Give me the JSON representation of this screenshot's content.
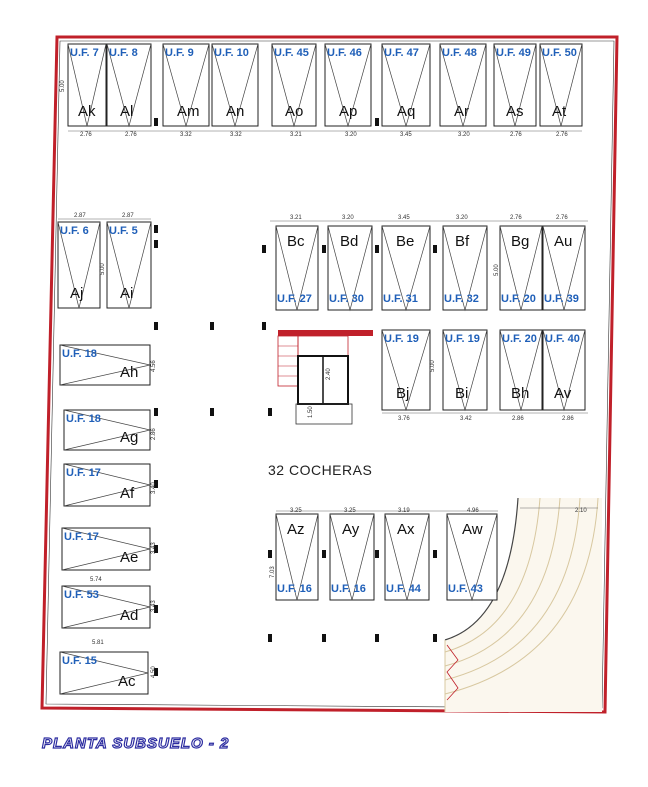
{
  "title": "PLANTA SUBSUELO - 2",
  "total_label": "32 COCHERAS",
  "colors": {
    "border": "#c0202a",
    "uf_text": "#1f5fb8",
    "caption": "#2c2ca0",
    "ramp": "#d8c8a0"
  },
  "spaces": [
    {
      "uf": "U.F. 7",
      "code": "Ak"
    },
    {
      "uf": "U.F. 8",
      "code": "Al"
    },
    {
      "uf": "U.F. 9",
      "code": "Am"
    },
    {
      "uf": "U.F. 10",
      "code": "An"
    },
    {
      "uf": "U.F. 45",
      "code": "Ao"
    },
    {
      "uf": "U.F. 46",
      "code": "Ap"
    },
    {
      "uf": "U.F. 47",
      "code": "Aq"
    },
    {
      "uf": "U.F. 48",
      "code": "Ar"
    },
    {
      "uf": "U.F. 49",
      "code": "As"
    },
    {
      "uf": "U.F. 50",
      "code": "At"
    },
    {
      "uf": "U.F. 6",
      "code": "Aj"
    },
    {
      "uf": "U.F. 5",
      "code": "Ai"
    },
    {
      "uf": "U.F. 18",
      "code": "Ah"
    },
    {
      "uf": "U.F. 18",
      "code": "Ag"
    },
    {
      "uf": "U.F. 17",
      "code": "Af"
    },
    {
      "uf": "U.F. 17",
      "code": "Ae"
    },
    {
      "uf": "U.F. 53",
      "code": "Ad"
    },
    {
      "uf": "U.F. 15",
      "code": "Ac"
    },
    {
      "uf": "U.F. 27",
      "code": "Bc"
    },
    {
      "uf": "U.F. 30",
      "code": "Bd"
    },
    {
      "uf": "U.F. 31",
      "code": "Be"
    },
    {
      "uf": "U.F. 32",
      "code": "Bf"
    },
    {
      "uf": "U.F. 20",
      "code": "Bg"
    },
    {
      "uf": "U.F. 39",
      "code": "Au"
    },
    {
      "uf": "U.F. 19",
      "code": "Bj"
    },
    {
      "uf": "U.F. 19",
      "code": "Bi"
    },
    {
      "uf": "U.F. 20",
      "code": "Bh"
    },
    {
      "uf": "U.F. 40",
      "code": "Av"
    },
    {
      "uf": "U.F. 16",
      "code": "Az"
    },
    {
      "uf": "U.F. 16",
      "code": "Ay"
    },
    {
      "uf": "U.F. 44",
      "code": "Ax"
    },
    {
      "uf": "U.F. 43",
      "code": "Aw"
    }
  ],
  "dimensions": {
    "top_row": [
      "2.76",
      "2.76",
      "3.32",
      "3.32",
      "3.21",
      "3.20",
      "3.45",
      "3.20",
      "2.76",
      "2.76"
    ],
    "top_depth": "5.00",
    "left_top": [
      "2.87",
      "2.87"
    ],
    "left_depth": "5.00",
    "mid_top": [
      "3.21",
      "3.20",
      "3.45",
      "3.20",
      "2.76",
      "2.76"
    ],
    "mid_depth": "5.00",
    "mid_bottom": [
      "3.76",
      "3.42",
      "2.86",
      "2.86"
    ],
    "mid_depth2": "5.00",
    "left_side": [
      "4.56",
      "2.86",
      "3.40",
      "3.43",
      "3.43",
      "4.50"
    ],
    "left_widths": [
      "5.74",
      "5.81"
    ],
    "low_top": [
      "3.25",
      "3.25",
      "3.19",
      "4.96"
    ],
    "low_depth": "7.03",
    "ramp_width": "2.10",
    "stair": [
      "2.40",
      "1.50"
    ]
  }
}
